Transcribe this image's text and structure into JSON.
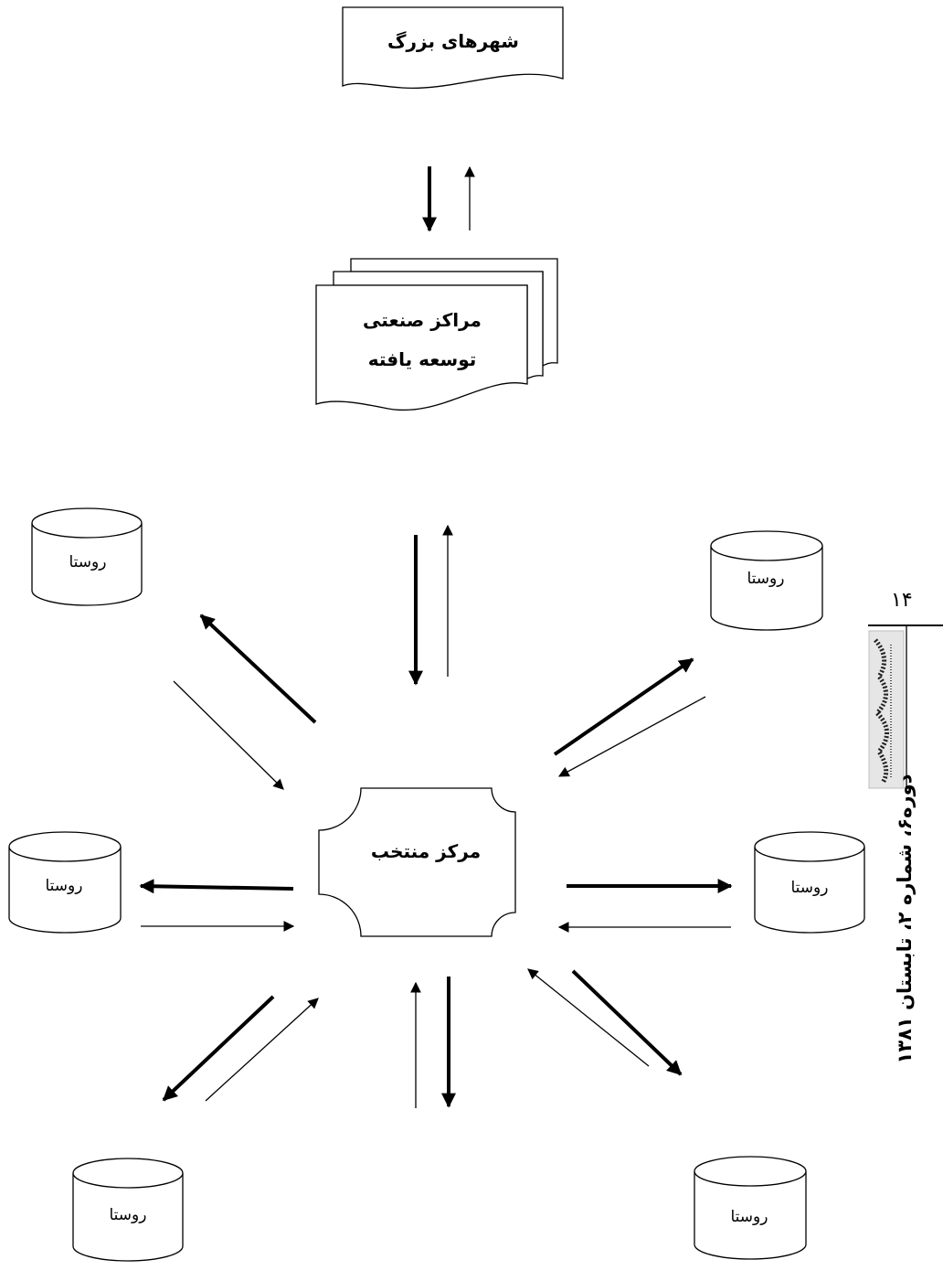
{
  "nodes": {
    "big_cities": "شهرهای بزرگ",
    "industrial_center_line1": "مراکز صنعتی",
    "industrial_center_line2": "توسعه یافته",
    "selected_center": "مرکز منتخب",
    "village": "روستا"
  },
  "margin": {
    "page_number": "۱۴",
    "issue_info": "دوره۶، شماره ۲، تابستان ۱۳۸۱"
  },
  "colors": {
    "ink": "#000000",
    "paper": "#ffffff"
  }
}
